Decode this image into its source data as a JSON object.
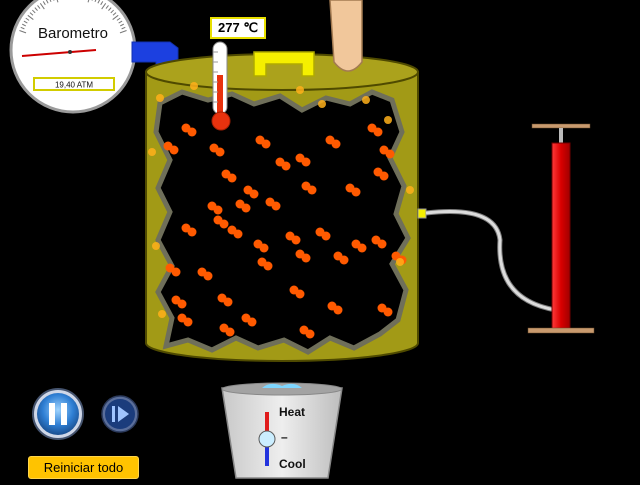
{
  "barometer": {
    "title": "Barometro",
    "reading": "19,40 ATM"
  },
  "thermometer": {
    "reading": "277 ℃"
  },
  "controls": {
    "reset_label": "Reiniciar todo",
    "pause_icon": "pause-icon",
    "step_icon": "step-forward-icon"
  },
  "heater": {
    "heat_label": "Heat",
    "cool_label": "Cool",
    "mid_label": "–"
  },
  "colors": {
    "chamber": "#a29a16",
    "pump": "#e01b1b",
    "particle": "#ff5a00",
    "reset_button": "#ffc300",
    "lid_handle": "#f5ef00"
  }
}
